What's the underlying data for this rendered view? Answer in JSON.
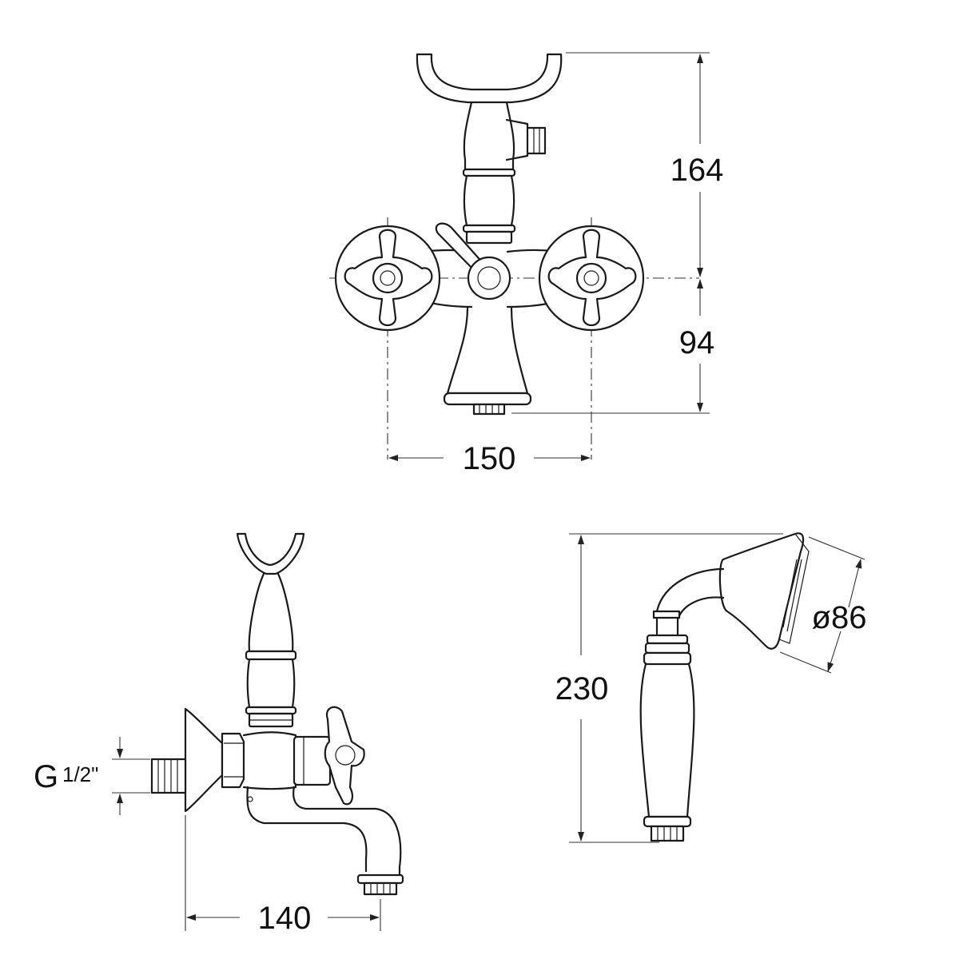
{
  "dimensions": {
    "height_upper": "164",
    "height_lower": "94",
    "width_centers": "150",
    "projection": "140",
    "hand_shower_length": "230",
    "hand_shower_diameter": "ø86",
    "thread_main": "G",
    "thread_fraction": "1/2\""
  }
}
